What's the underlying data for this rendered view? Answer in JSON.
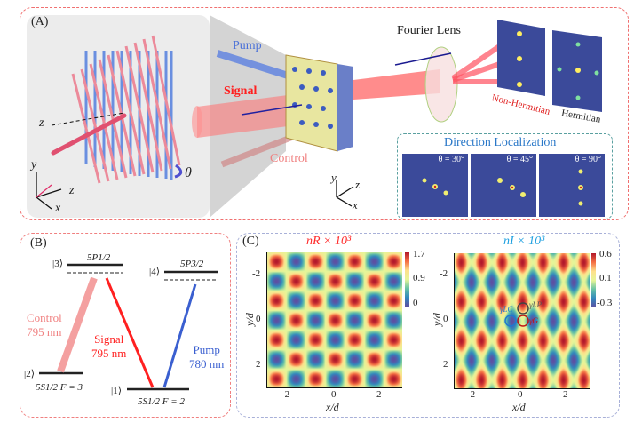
{
  "panel_a": {
    "label": "(A)",
    "pump": "Pump",
    "signal": "Signal",
    "control": "Control",
    "fourier_lens": "Fourier Lens",
    "non_hermitian": "Non-Hermitian",
    "hermitian": "Hermitian",
    "z_axis": "z",
    "theta": "θ",
    "axes": {
      "x": "x",
      "y": "y",
      "z": "z"
    },
    "direction_localization": {
      "title": "Direction Localization",
      "images": [
        {
          "label": "θ = 30°"
        },
        {
          "label": "θ = 45°"
        },
        {
          "label": "θ = 90°"
        }
      ]
    }
  },
  "panel_b": {
    "label": "(B)",
    "levels": {
      "l1": "|1⟩",
      "l2": "|2⟩",
      "l3": "|3⟩",
      "l4": "|4⟩",
      "s1": "5S1/2 F = 2",
      "s2": "5S1/2 F = 3",
      "p12": "5P1/2",
      "p32": "5P3/2"
    },
    "transitions": [
      {
        "name": "Control",
        "wavelength": "795 nm",
        "color": "#f08080"
      },
      {
        "name": "Signal",
        "wavelength": "795 nm",
        "color": "#ff2020"
      },
      {
        "name": "Pump",
        "wavelength": "780 nm",
        "color": "#3a5fd0"
      }
    ]
  },
  "panel_c": {
    "label": "(C)",
    "left": {
      "title": "nR × 10³",
      "title_color": "#ff2a2a",
      "colorbar": [
        "1.7",
        "0.9",
        "0"
      ],
      "xticks": [
        "-2",
        "0",
        "2"
      ],
      "yticks": [
        "-2",
        "0",
        "2"
      ],
      "xlabel": "x/d",
      "ylabel": "y/d"
    },
    "right": {
      "title": "nI × 10³",
      "title_color": "#1ea0e0",
      "colorbar": [
        "0.6",
        "0.1",
        "-0.3"
      ],
      "xticks": [
        "-2",
        "0",
        "2"
      ],
      "yticks": [
        "-2",
        "0",
        "2"
      ],
      "xlabel": "x/d",
      "ylabel": "y/d",
      "markers": {
        "lp": "γLP",
        "lc": "γLC",
        "g": "γG"
      }
    }
  }
}
